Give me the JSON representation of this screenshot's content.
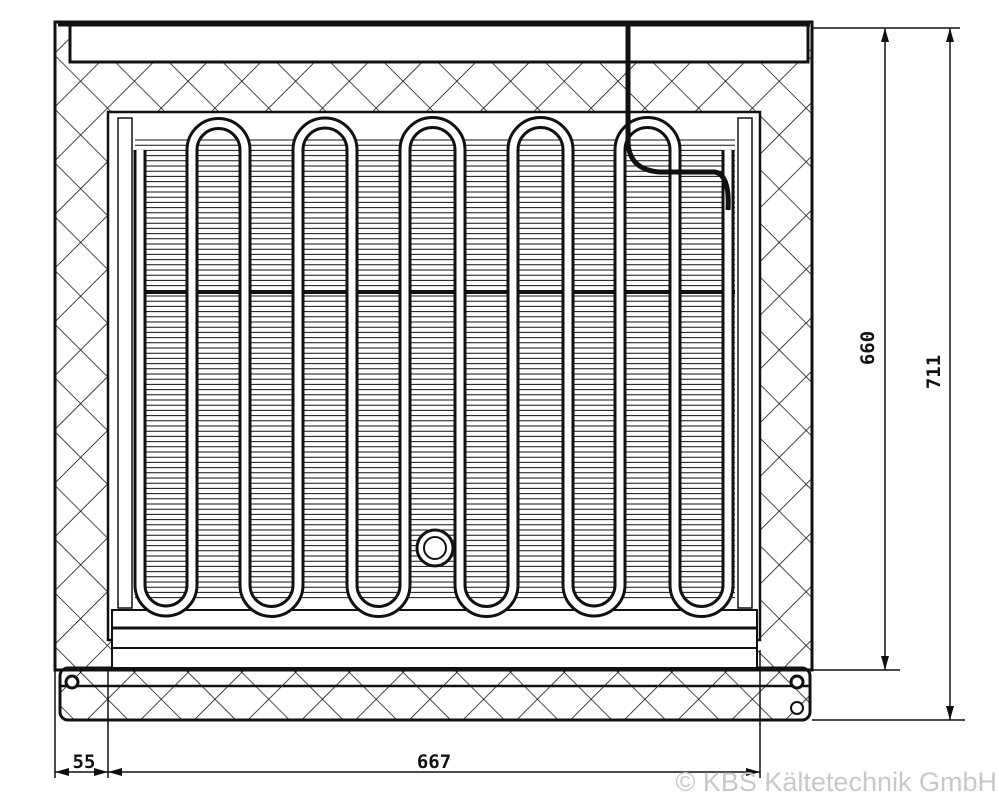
{
  "drawing": {
    "dimensions": {
      "inner_height": "660",
      "outer_height": "711",
      "wall_width": "55",
      "inner_width": "667"
    },
    "watermark": "© KBS Kältetechnik GmbH",
    "line_color": "#111111",
    "watermark_color": "#c8c8c8"
  }
}
